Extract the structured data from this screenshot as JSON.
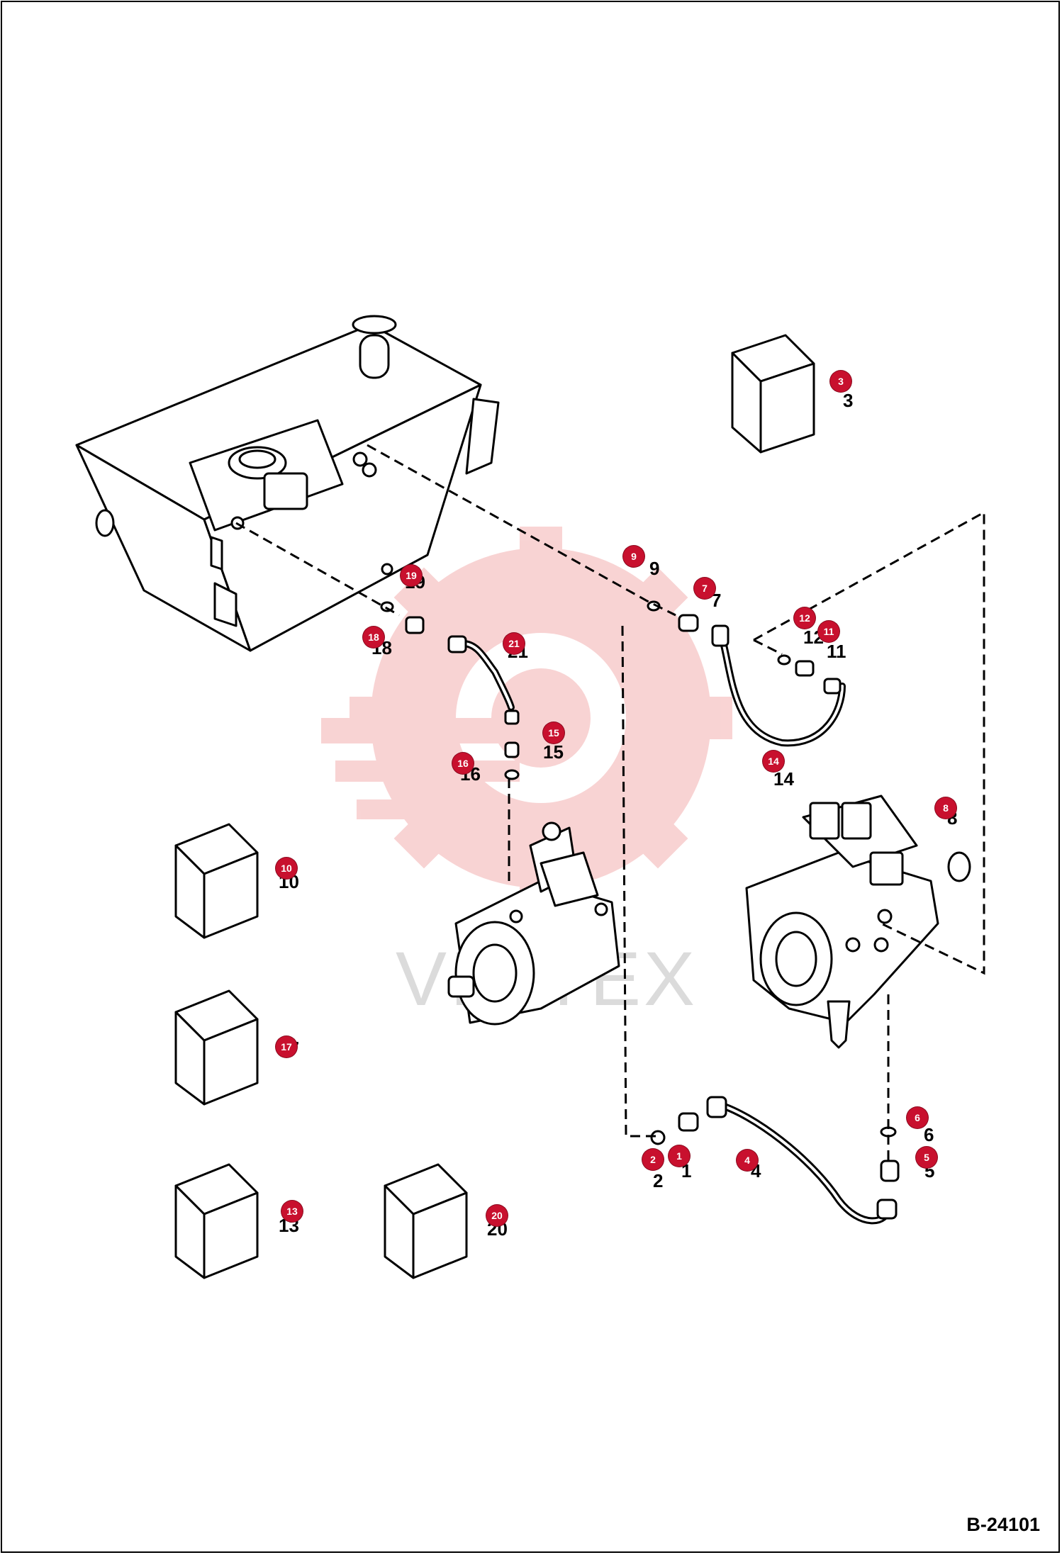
{
  "drawing_id": "B-24101",
  "watermark_text": "VIMTEX",
  "callout_color": "#c8102e",
  "callouts": [
    {
      "num": "1"
    },
    {
      "num": "2"
    },
    {
      "num": "3"
    },
    {
      "num": "4"
    },
    {
      "num": "5"
    },
    {
      "num": "6"
    },
    {
      "num": "7"
    },
    {
      "num": "8"
    },
    {
      "num": "9"
    },
    {
      "num": "10"
    },
    {
      "num": "11"
    },
    {
      "num": "12"
    },
    {
      "num": "13"
    },
    {
      "num": "14"
    },
    {
      "num": "15"
    },
    {
      "num": "16"
    },
    {
      "num": "17"
    },
    {
      "num": "18"
    },
    {
      "num": "19"
    },
    {
      "num": "20"
    },
    {
      "num": "21"
    }
  ]
}
